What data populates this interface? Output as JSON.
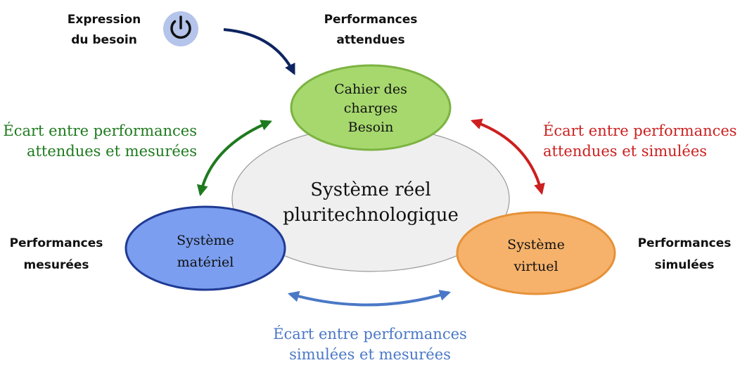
{
  "center": {
    "line1": "Système réel",
    "line2": "pluritechnologique"
  },
  "nodes": {
    "cahier": {
      "lines": [
        "Cahier des",
        "charges",
        "Besoin"
      ],
      "fill": "#a6d86e",
      "stroke": "#7cb342"
    },
    "materiel": {
      "lines": [
        "Système",
        "matériel"
      ],
      "fill": "#7b9ef0",
      "stroke": "#1f3a93"
    },
    "virtuel": {
      "lines": [
        "Système",
        "virtuel"
      ],
      "fill": "#f6b26b",
      "stroke": "#e69138"
    }
  },
  "labels": {
    "expression": [
      "Expression",
      "du besoin"
    ],
    "attendues": [
      "Performances",
      "attendues"
    ],
    "mesurees": [
      "Performances",
      "mesurées"
    ],
    "simulees": [
      "Performances",
      "simulées"
    ]
  },
  "ecarts": {
    "attendues_mesurees": {
      "lines": [
        "Écart entre performances",
        "attendues et mesurées"
      ],
      "color": "#1e7a1e"
    },
    "attendues_simulees": {
      "lines": [
        "Écart entre performances",
        "attendues et simulées"
      ],
      "color": "#cc1f1f"
    },
    "simulees_mesurees": {
      "lines": [
        "Écart entre performances",
        "simulées et mesurées"
      ],
      "color": "#4a78c6"
    }
  },
  "icons": {
    "power": "power-icon",
    "power_bg": "#b4c4ea",
    "arrow_navy": "#0d2460"
  }
}
